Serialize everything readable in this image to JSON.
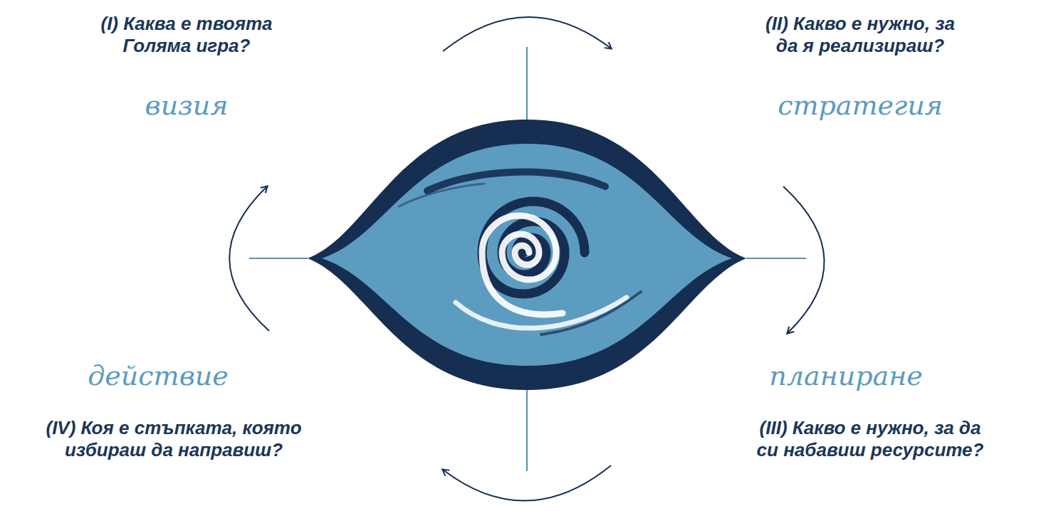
{
  "diagram": {
    "labels": [
      "(I) Каква е твоята Голяма игра?",
      "(II) Какво е нужно, за да я реализираш?",
      "визия",
      "стратегия",
      "действие",
      "планиране",
      "(IV) Коя е стъпката, която избираш да направиш?",
      "(III) Какво е нужно, за да си набавиш ресурсите?"
    ]
  }
}
